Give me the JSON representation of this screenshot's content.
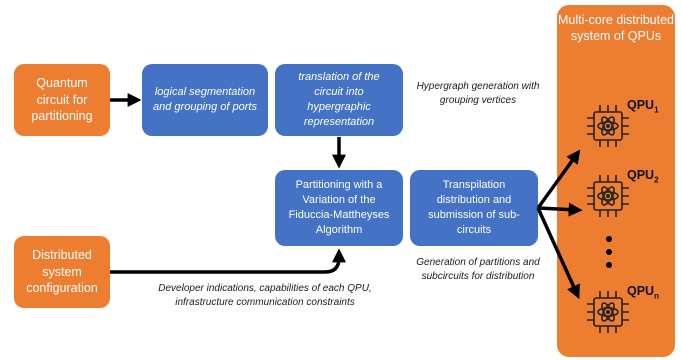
{
  "nodes": {
    "quantum_circuit": "Quantum circuit for partitioning",
    "distributed_config": "Distributed system configuration",
    "logical_segmentation": "logical segmentation and grouping of ports",
    "translation": "translation of the circuit into hypergraphic representation",
    "partitioning": "Partitioning with a Variation of the Fiduccia-Mattheyses Algorithm",
    "transpilation": "Transpilation distribution and submission of sub-circuits"
  },
  "notes": {
    "hypergraph": "Hypergraph generation with grouping vertices",
    "developer": "Developer indications, capabilities of each QPU, infrastructure communication constraints",
    "generation": "Generation of partitions and subcircuits for distribution"
  },
  "panel": {
    "title": "Multi-core distributed system of QPUs",
    "qpus": [
      {
        "name": "QPU",
        "sub": "1"
      },
      {
        "name": "QPU",
        "sub": "2"
      },
      {
        "name": "QPU",
        "sub": "n"
      }
    ]
  },
  "colors": {
    "orange": "#ed7d31",
    "blue": "#4472c4",
    "arrow": "#000000"
  },
  "icons": {
    "qpu_chip": "atom-chip-icon"
  }
}
